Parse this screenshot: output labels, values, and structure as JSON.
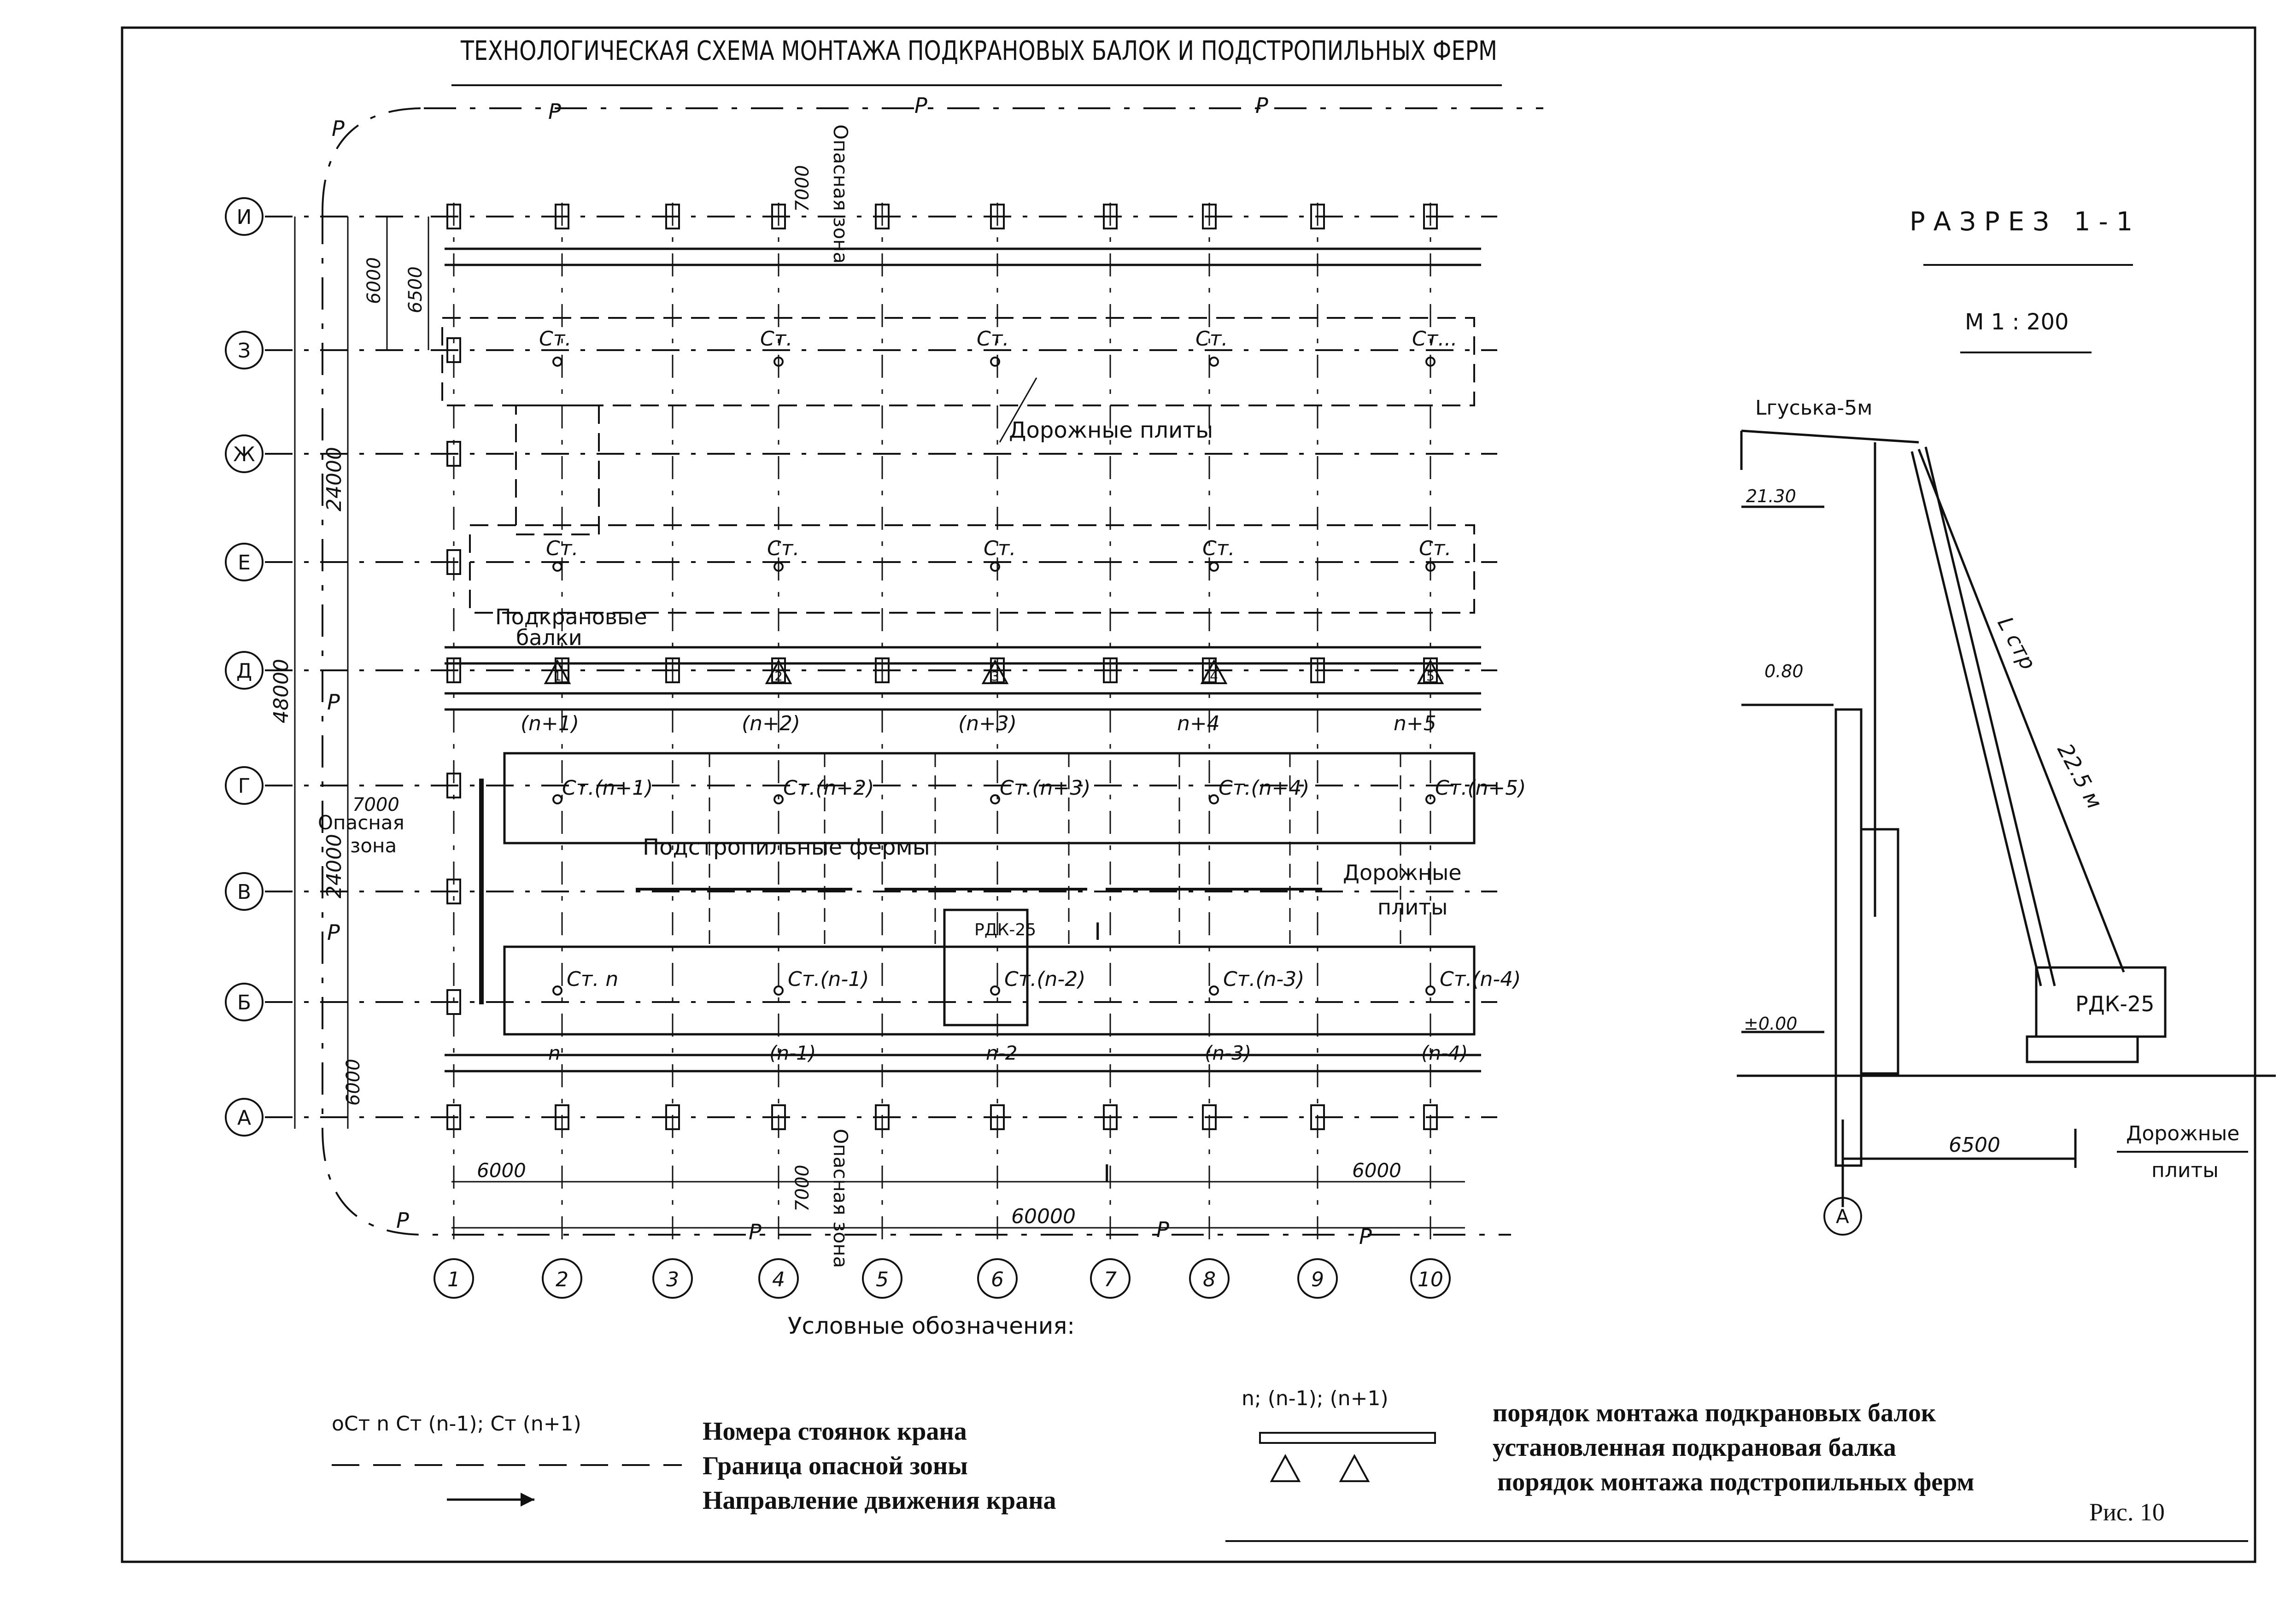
{
  "title": "ТЕХНОЛОГИЧЕСКАЯ СХЕМА МОНТАЖА ПОДКРАНОВЫХ БАЛОК И ПОДСТРОПИЛЬНЫХ ФЕРМ",
  "section": {
    "title": "РАЗРЕЗ 1-1",
    "scale": "М 1 : 200",
    "jib_label": "Lгуська-5м",
    "boom_label": "L стр",
    "boom_value": "22.5 м",
    "crane_label": "РДК-25",
    "elev_top": "21.30",
    "elev_mid": "0.80",
    "elev_ground": "±0.00",
    "dim_6500": "6500",
    "axis_a": "А",
    "plates_line1": "Дорожные",
    "plates_line2": "плиты"
  },
  "plan": {
    "row_axes": [
      "И",
      "З",
      "Ж",
      "Е",
      "Д",
      "Г",
      "В",
      "Б",
      "А"
    ],
    "col_axes": [
      "1",
      "2",
      "3",
      "4",
      "5",
      "6",
      "7",
      "8",
      "9",
      "10"
    ],
    "dims": {
      "d48000": "48000",
      "d24000a": "24000",
      "d24000b": "24000",
      "d6500": "6500",
      "d6000a": "6000",
      "d6000b": "6000",
      "d7000top": "7000",
      "d7000left": "7000",
      "d7000bottom": "7000",
      "d6000left": "6000",
      "d6000right": "6000",
      "d60000": "60000"
    },
    "danger_zone": "Опасная зона",
    "danger_zone_l1": "Опасная",
    "danger_zone_l2": "зона",
    "road_plates_top": "Дорожные плиты",
    "road_plates_right_l1": "Дорожные",
    "road_plates_right_l2": "плиты",
    "crane_beams_l1": "Подкрановые",
    "crane_beams_l2": "балки",
    "trusses": "Подстропильные фермы",
    "crane_tag": "РДК-25",
    "section_mark": "I",
    "zone_mark": "Р",
    "stations_z": [
      "Ст.",
      "Ст.",
      "Ст.",
      "Ст.",
      "Ст..."
    ],
    "stations_e": [
      "Ст.",
      "Ст.",
      "Ст.",
      "Ст.",
      "Ст."
    ],
    "order_d": [
      "(n+1)",
      "(n+2)",
      "(n+3)",
      "n+4",
      "n+5"
    ],
    "stations_g": [
      "Ст.(n+1)",
      "Ст.(n+2)",
      "Ст.(n+3)",
      "Ст.(n+4)",
      "Ст.(n+5)"
    ],
    "stations_b": [
      "Ст. n",
      "Ст.(n-1)",
      "Ст.(n-2)",
      "Ст.(n-3)",
      "Ст.(n-4)"
    ],
    "order_a": [
      "n",
      "(n-1)",
      "n-2",
      "(n-3)",
      "(n-4)"
    ],
    "truss_marks": [
      "1",
      "2",
      "3",
      "4",
      "5"
    ]
  },
  "legend": {
    "heading": "Условные обозначения:",
    "sym_stations": "оСт n   Ст (n-1);  Ст (n+1)",
    "stations": "Номера стоянок крана",
    "zone": "Граница опасной зоны",
    "direction": "Направление движения крана",
    "sym_order": "n; (n-1); (n+1)",
    "order_beams": "порядок монтажа подкрановых балок",
    "installed_beam": "установленная подкрановая балка",
    "order_trusses": "порядок монтажа подстропильных ферм"
  },
  "fig": "Рис. 10"
}
